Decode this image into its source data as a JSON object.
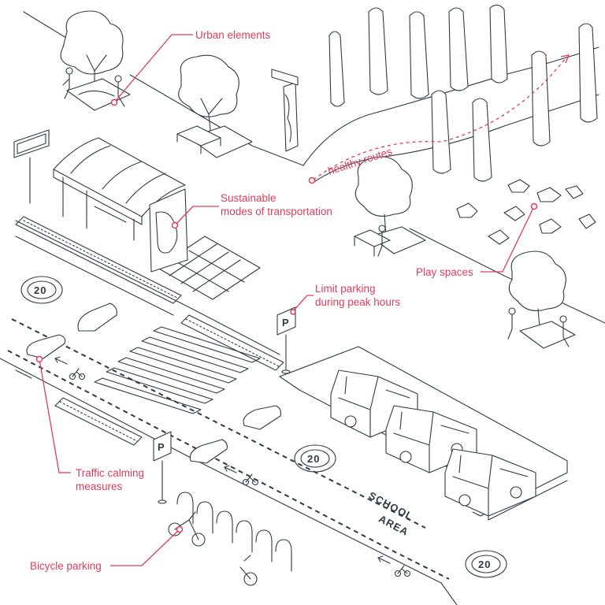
{
  "colors": {
    "ink": "#2f3b44",
    "accent": "#e03c5a",
    "background": "#ffffff"
  },
  "labels": {
    "urban_elements": "Urban elements",
    "sustainable_line1": "Sustainable",
    "sustainable_line2": "modes of transportation",
    "healthy_routes": "healthy routes",
    "limit_parking_line1": "Limit parking",
    "limit_parking_line2": "during peak hours",
    "play_spaces": "Play spaces",
    "traffic_calming_line1": "Traffic calming",
    "traffic_calming_line2": "measures",
    "bicycle_parking": "Bicycle parking"
  },
  "road_markings": {
    "school": "SCHOOL",
    "area": "AREA",
    "speed_limit": "20"
  },
  "signs": {
    "parking_sign_letter": "P"
  },
  "icons": [
    "tree-icon",
    "bench-icon",
    "bus-shelter-icon",
    "bicycle-icon",
    "car-icon",
    "parking-sign-icon",
    "speed-limit-icon",
    "arrow-icon",
    "rock-icon",
    "cypress-tree-icon"
  ]
}
